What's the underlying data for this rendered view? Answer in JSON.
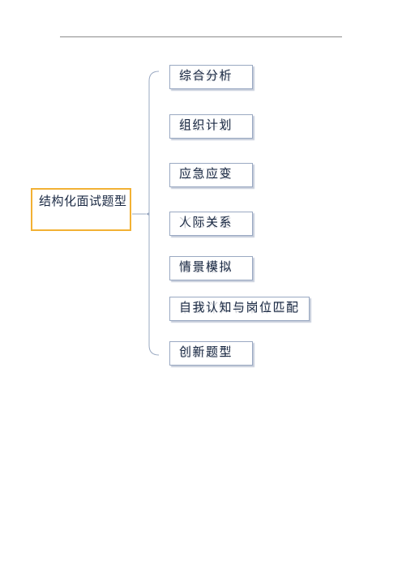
{
  "root": {
    "label": "结构化面试题型"
  },
  "branches": [
    {
      "label": "综合分析"
    },
    {
      "label": "组织计划"
    },
    {
      "label": "应急应变"
    },
    {
      "label": "人际关系"
    },
    {
      "label": "情景模拟"
    },
    {
      "label": "自我认知与岗位匹配"
    },
    {
      "label": "创新题型"
    }
  ],
  "colors": {
    "root_border": "#f2b134",
    "node_border": "#9aa9c2",
    "connector": "#9aa9c2",
    "text": "#1b2a44"
  }
}
